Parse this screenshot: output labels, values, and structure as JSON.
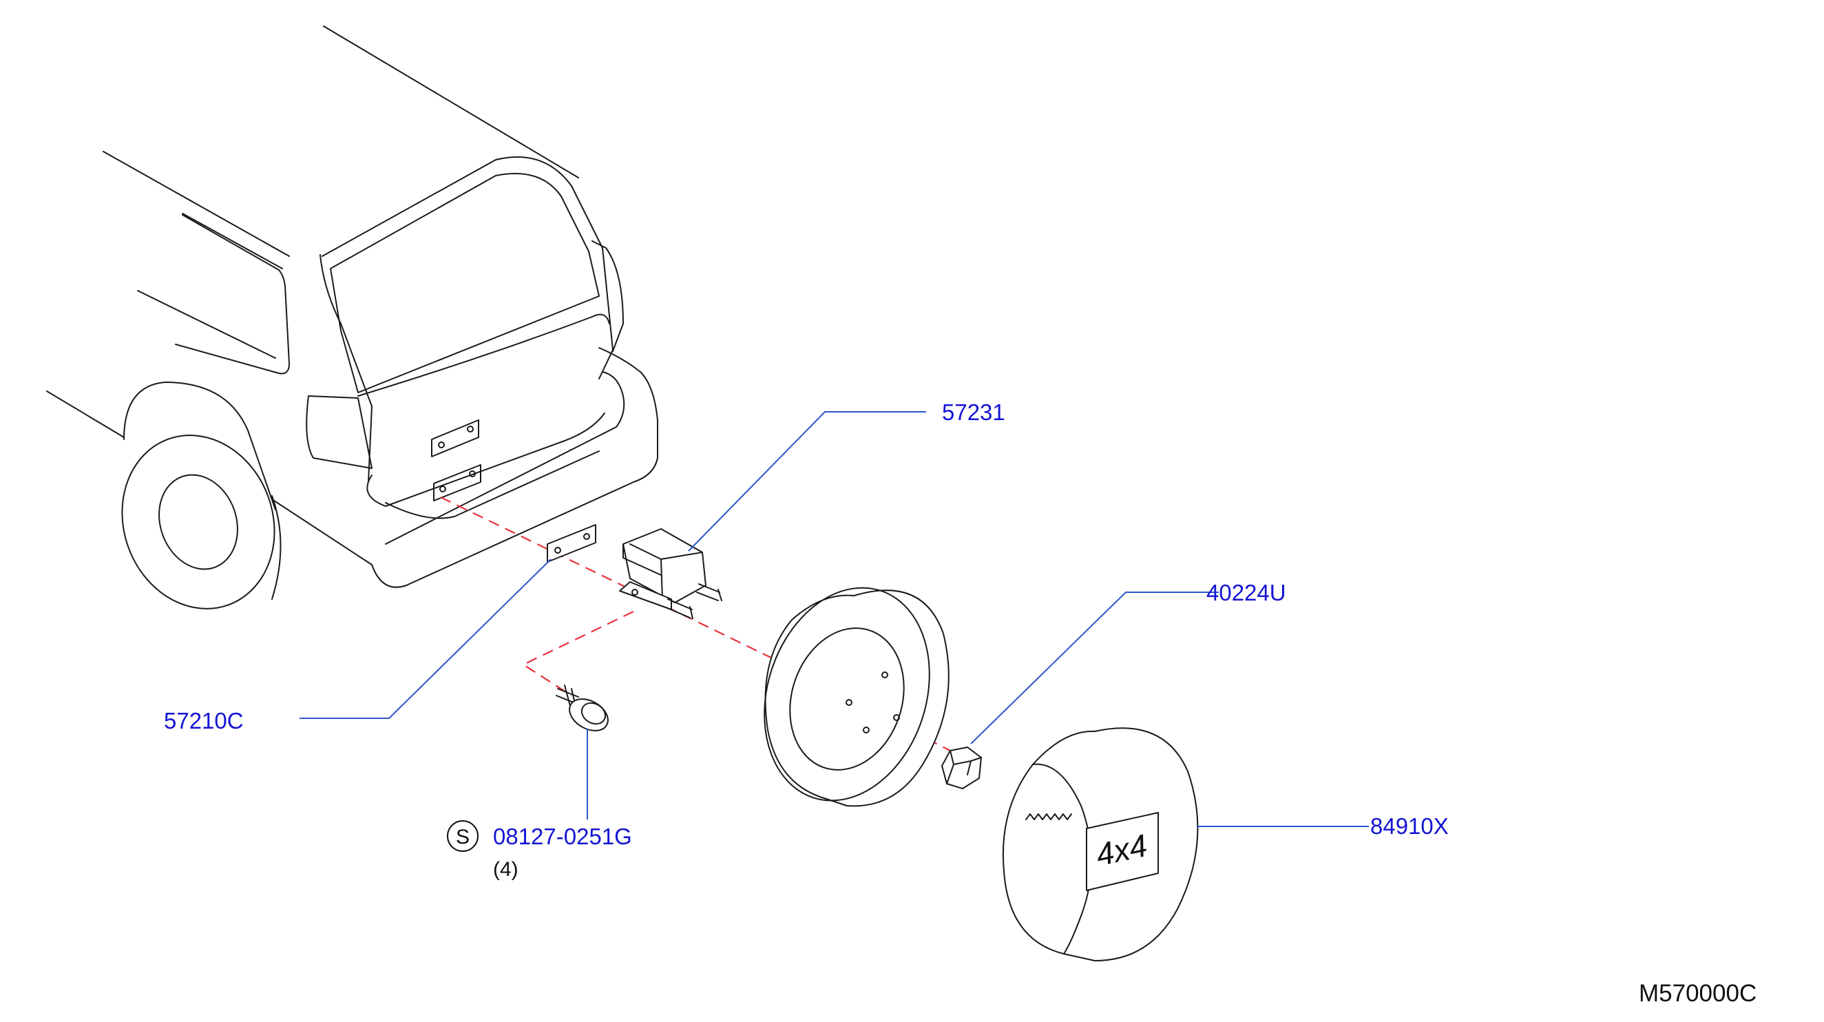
{
  "diagram": {
    "parts": [
      {
        "id": "bracket",
        "number": "57231"
      },
      {
        "id": "plate",
        "number": "57210C"
      },
      {
        "id": "nut",
        "number": "40224U"
      },
      {
        "id": "cover",
        "number": "84910X"
      },
      {
        "id": "bolt",
        "number": "08127-0251G",
        "standard_mark": "S",
        "quantity": "(4)"
      }
    ],
    "cover_emblem": "4x4",
    "reference_code": "M570000C",
    "colors": {
      "label": "#1414d4",
      "leader_line": "#2b55c9",
      "assembly_line": "#e8323a",
      "outline": "#1a1a1a"
    }
  }
}
